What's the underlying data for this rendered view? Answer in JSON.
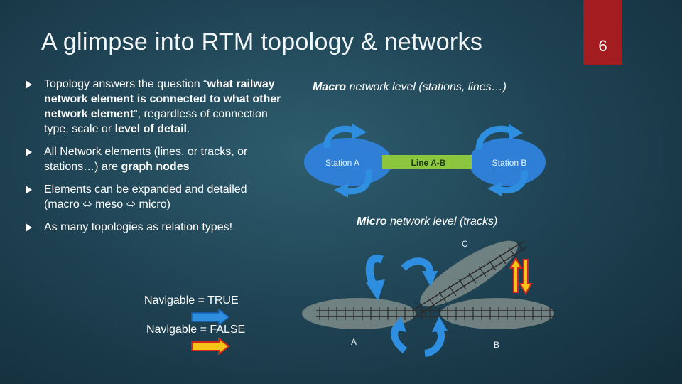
{
  "slide": {
    "title": "A glimpse into RTM topology & networks",
    "page_number": "6"
  },
  "bullets": [
    {
      "parts": [
        {
          "text": "Topology answers the question “",
          "bold": false
        },
        {
          "text": "what railway network element is connected to what other network element",
          "bold": true
        },
        {
          "text": "”, regardless of connection type, scale or ",
          "bold": false
        },
        {
          "text": "level of detail",
          "bold": true
        },
        {
          "text": ".",
          "bold": false
        }
      ]
    },
    {
      "parts": [
        {
          "text": "All Network elements (lines, or tracks, or stations…) are ",
          "bold": false
        },
        {
          "text": "graph nodes",
          "bold": true
        }
      ]
    },
    {
      "parts": [
        {
          "text": "Elements can be expanded and detailed (macro ⬄ meso ⬄ micro)",
          "bold": false
        }
      ]
    },
    {
      "parts": [
        {
          "text": "As many topologies as relation types!",
          "bold": false
        }
      ]
    }
  ],
  "legend": {
    "true_label": "Navigable = TRUE",
    "false_label": "Navigable = FALSE",
    "true_color": "#2e8fe0",
    "false_color": "#f5c518"
  },
  "macro": {
    "label_prefix": "Macro",
    "label_rest": " network level (stations, lines…)",
    "station_a": "Station A",
    "line": "Line A-B",
    "station_b": "Station B",
    "station_color": "#2f7fd6",
    "line_color": "#8cc63f"
  },
  "micro": {
    "label_prefix": "Micro",
    "label_rest": " network level (tracks)",
    "node_a": "A",
    "node_b": "B",
    "node_c": "C"
  }
}
